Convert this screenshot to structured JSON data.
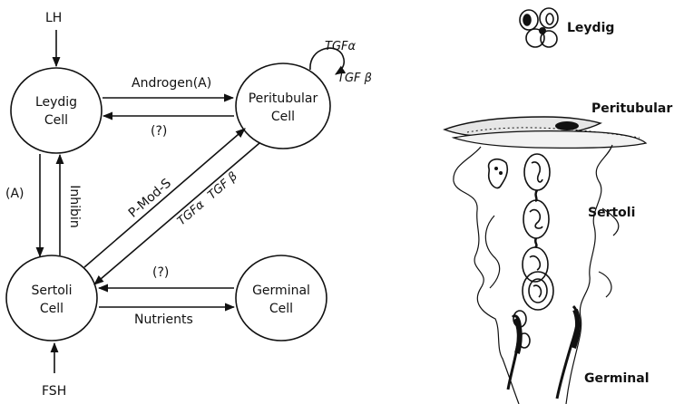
{
  "left_diagram": {
    "inputs": {
      "lh": "LH",
      "fsh": "FSH"
    },
    "nodes": {
      "leydig": [
        "Leydig",
        "Cell"
      ],
      "peritubular": [
        "Peritubular",
        "Cell"
      ],
      "sertoli": [
        "Sertoli",
        "Cell"
      ],
      "germinal": [
        "Germinal",
        "Cell"
      ]
    },
    "arrows": {
      "androgen": "Androgen(A)",
      "unknown_top": "(?)",
      "tgf_alpha_self": "TGFα",
      "tgf_beta_self": "TGF β",
      "a_left": "(A)",
      "inhibin": "Inhibin",
      "pmods": "P-Mod-S",
      "tgf_alpha": "TGFα",
      "tgf_beta": "TGF β",
      "unknown_bottom": "(?)",
      "nutrients": "Nutrients"
    }
  },
  "right_illustration": {
    "labels": {
      "leydig": "Leydig",
      "peritubular": "Peritubular",
      "sertoli": "Sertoli",
      "germinal": "Germinal"
    }
  }
}
